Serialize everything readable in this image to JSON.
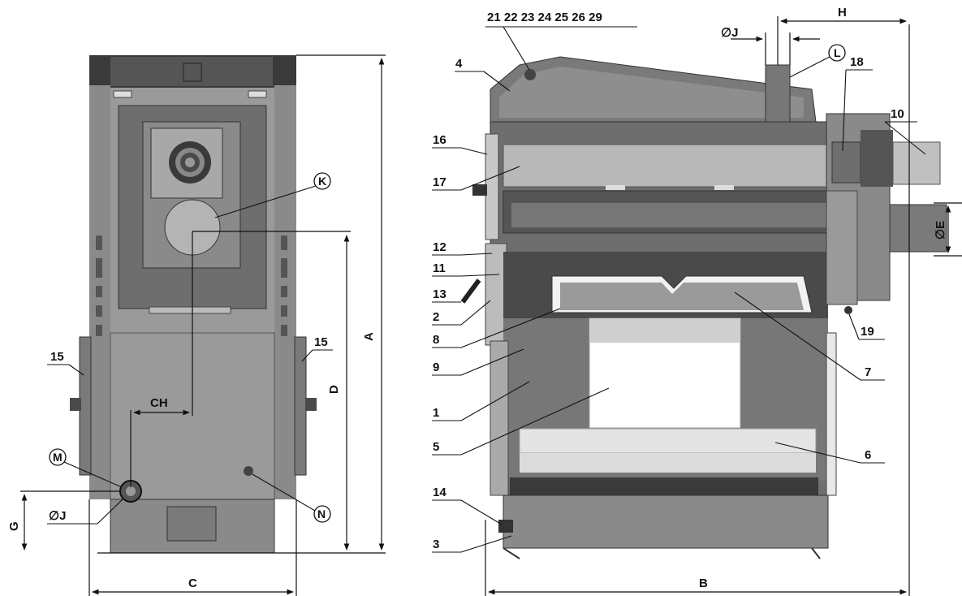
{
  "front_view": {
    "dimensions": {
      "A": "A",
      "C": "C",
      "D": "D",
      "G": "G",
      "CH": "CH",
      "J": "∅J"
    },
    "callouts": {
      "K": "K",
      "M": "M",
      "N": "N"
    },
    "parts": {
      "p15_left": "15",
      "p15_right": "15"
    }
  },
  "side_view": {
    "dimensions": {
      "B": "B",
      "E": "∅E",
      "H": "H",
      "J": "∅J"
    },
    "callouts": {
      "L": "L"
    },
    "top_group": "21 22 23 24 25 26 29",
    "parts": {
      "p4": "4",
      "p16": "16",
      "p17": "17",
      "p12": "12",
      "p11": "11",
      "p13": "13",
      "p2": "2",
      "p8": "8",
      "p9": "9",
      "p1": "1",
      "p5": "5",
      "p14": "14",
      "p3": "3",
      "p10": "10",
      "p18": "18",
      "p19": "19",
      "p7": "7",
      "p6": "6"
    }
  },
  "colors": {
    "dark": "#3a3a3a",
    "mid": "#6e6e6e",
    "light": "#9a9a9a",
    "lighter": "#c4c4c4",
    "white": "#f4f4f4",
    "frame": "#8a8a8a"
  }
}
